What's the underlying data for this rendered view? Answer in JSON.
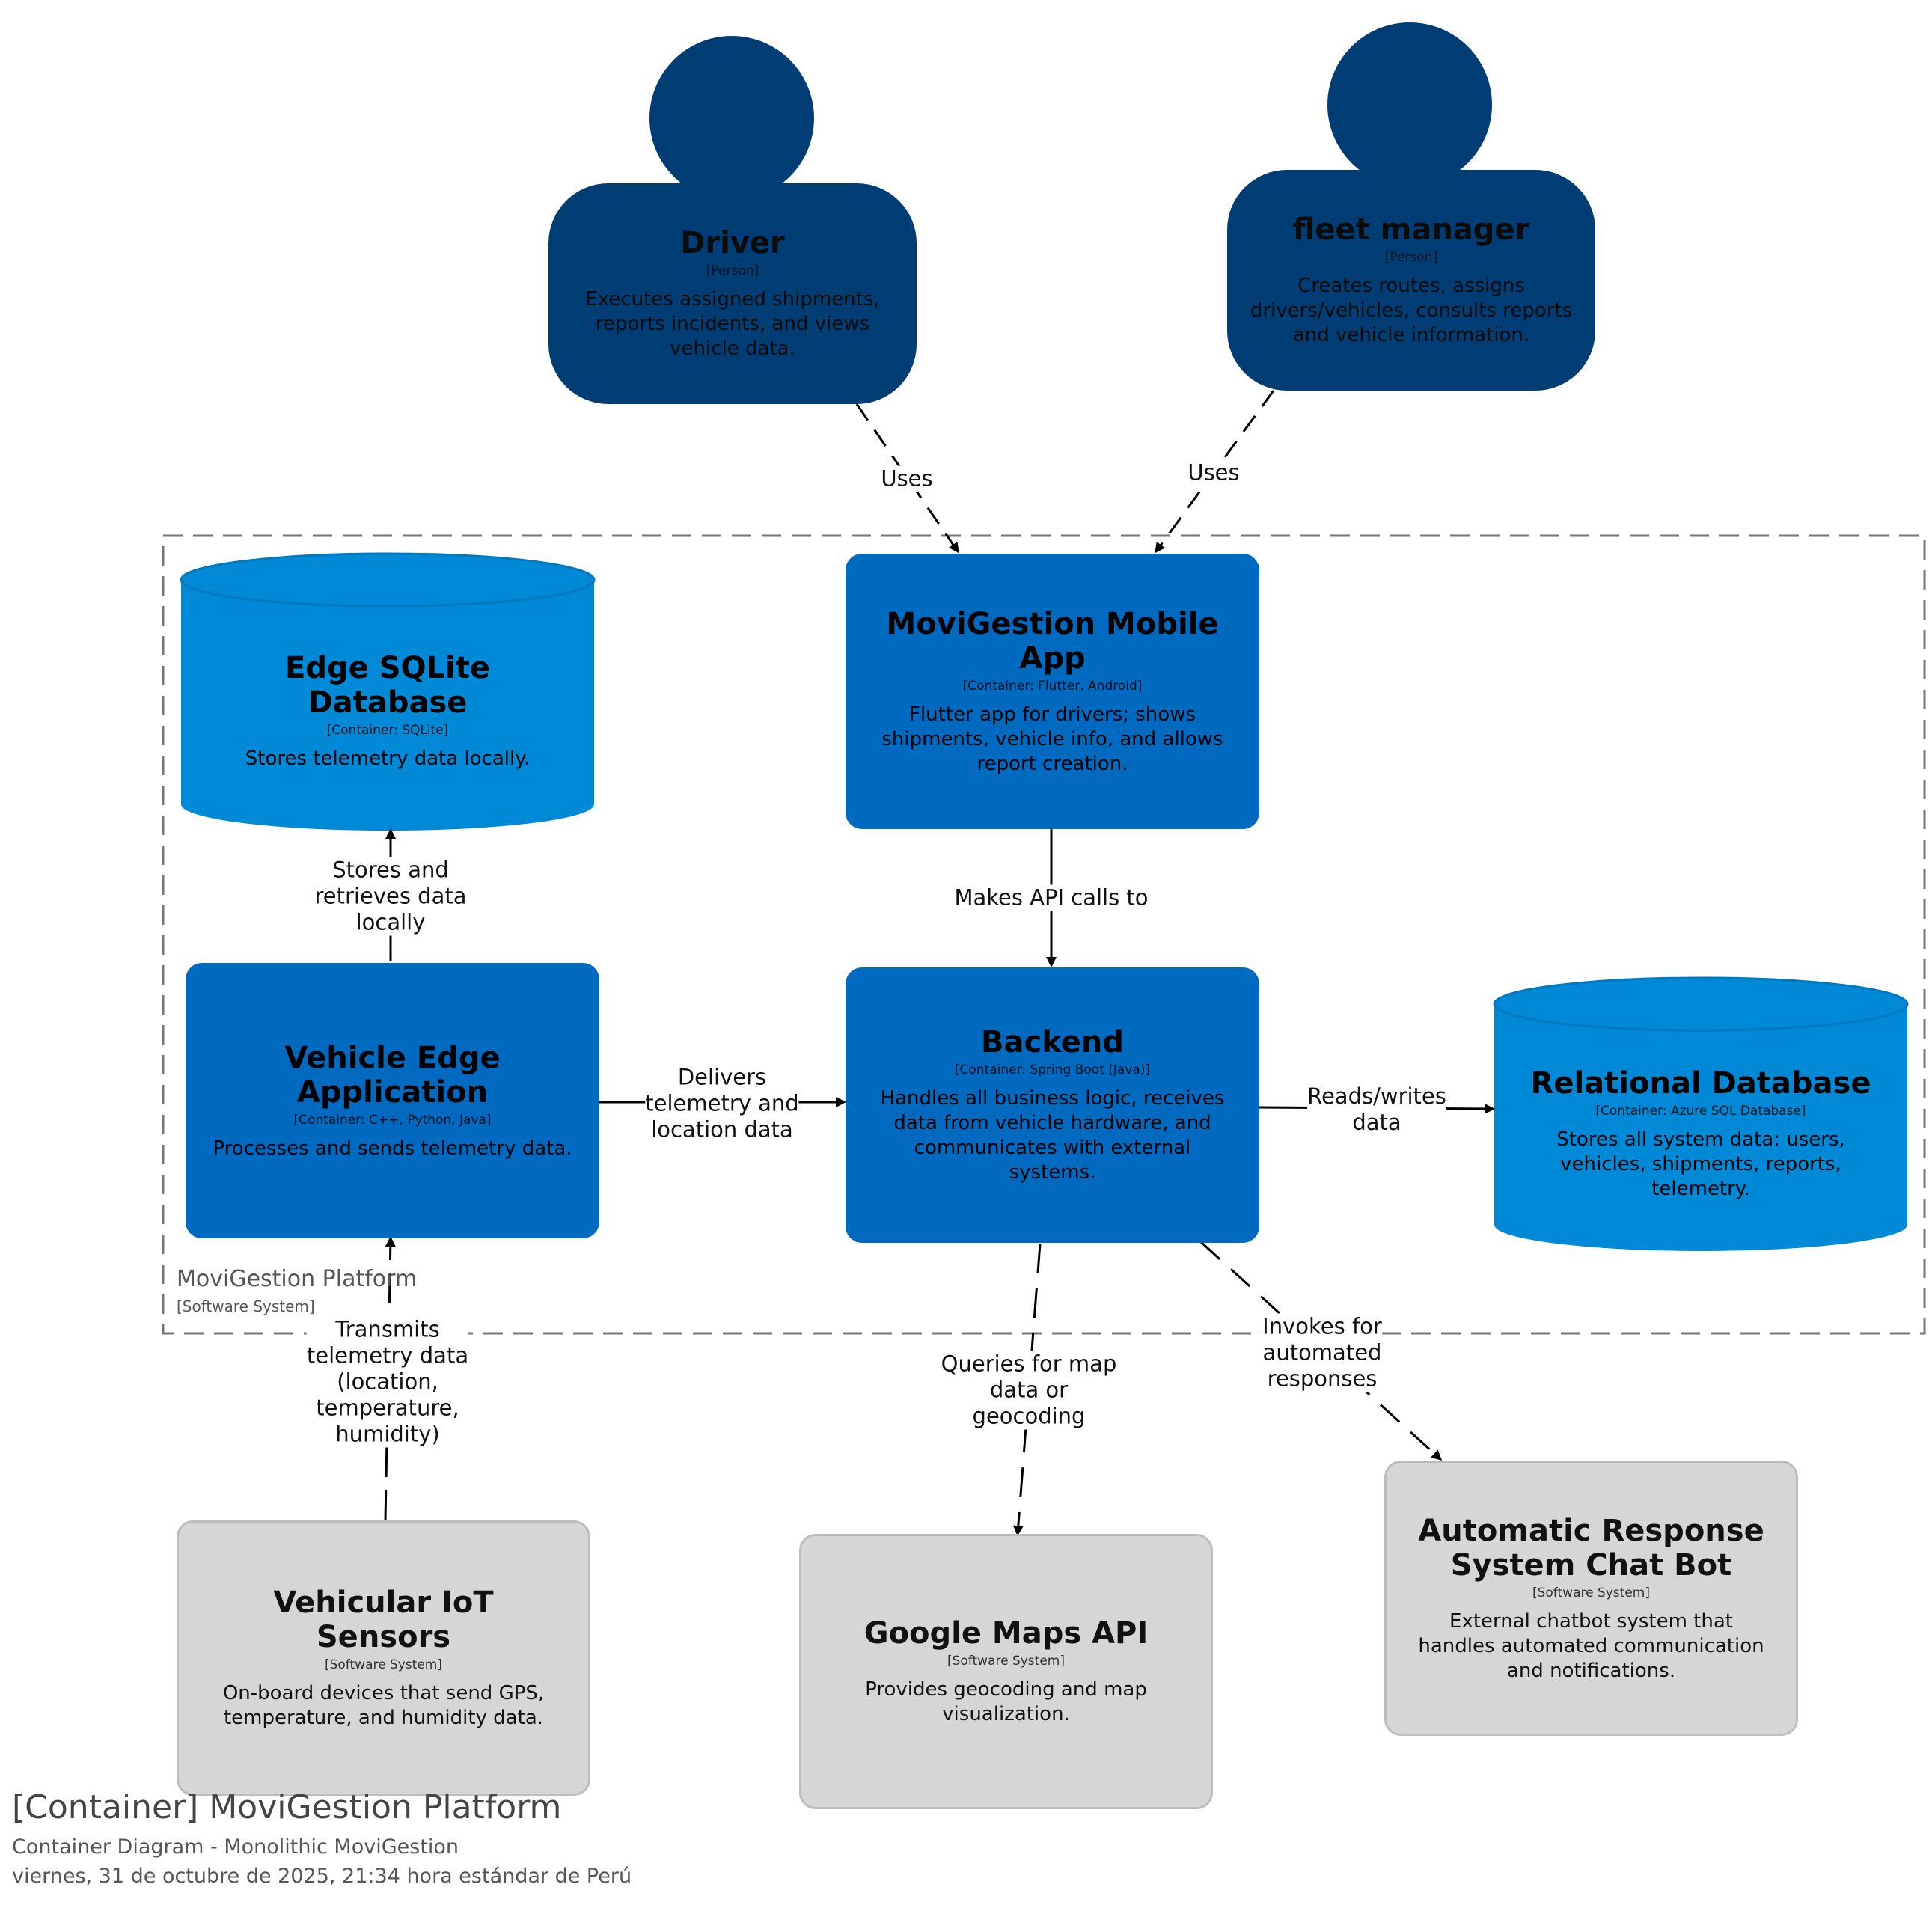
{
  "boundary": {
    "name": "MoviGestion Platform",
    "type": "[Software System]"
  },
  "persons": {
    "driver": {
      "title": "Driver",
      "type": "[Person]",
      "desc": "Executes assigned shipments, reports incidents, and views vehicle data."
    },
    "fleet_manager": {
      "title": "fleet manager",
      "type": "[Person]",
      "desc": "Creates routes, assigns drivers/vehicles, consults reports and vehicle information."
    }
  },
  "containers": {
    "mobile_app": {
      "title": "MoviGestion Mobile App",
      "tech": "[Container: Flutter, Android]",
      "desc": "Flutter app for drivers; shows shipments, vehicle info, and allows report creation."
    },
    "edge_db": {
      "title": "Edge SQLite Database",
      "tech": "[Container: SQLite]",
      "desc": "Stores telemetry data locally."
    },
    "edge_app": {
      "title": "Vehicle Edge Application",
      "tech": "[Container: C++, Python, Java]",
      "desc": "Processes and sends telemetry data."
    },
    "backend": {
      "title": "Backend",
      "tech": "[Container: Spring Boot (Java)]",
      "desc": "Handles all business logic, receives data from vehicle hardware, and communicates with external systems."
    },
    "relational_db": {
      "title": "Relational Database",
      "tech": "[Container: Azure SQL Database]",
      "desc": "Stores all system data: users, vehicles, shipments, reports, telemetry."
    }
  },
  "external": {
    "iot": {
      "title": "Vehicular IoT Sensors",
      "type": "[Software System]",
      "desc": "On-board devices that send GPS, temperature, and humidity data."
    },
    "maps": {
      "title": "Google Maps API",
      "type": "[Software System]",
      "desc": "Provides geocoding and map visualization."
    },
    "chatbot": {
      "title": "Automatic Response System Chat Bot",
      "type": "[Software System]",
      "desc": "External chatbot system that handles automated communication and notifications."
    }
  },
  "relations": {
    "driver_uses": "Uses",
    "manager_uses": "Uses",
    "api_calls": "Makes API calls to",
    "edge_store": "Stores and\nretrieves data\nlocally",
    "edge_deliver": "Delivers\ntelemetry and\nlocation data",
    "backend_db": "Reads/writes\ndata",
    "iot_transmit": "Transmits\ntelemetry data\n(location,\ntemperature,\nhumidity)",
    "maps_query": "Queries for map\ndata or\ngeocoding",
    "chatbot_invoke": "Invokes for\nautomated\nresponses"
  },
  "footer": {
    "title": "[Container] MoviGestion Platform",
    "subtitle": "Container Diagram - Monolithic MoviGestion",
    "date": "viernes, 31 de octubre de 2025, 21:34 hora estándar de Perú"
  },
  "colors": {
    "person": "#003d75",
    "container": "#006ac1",
    "database": "#0089d6",
    "external": "#d6d6d6"
  }
}
